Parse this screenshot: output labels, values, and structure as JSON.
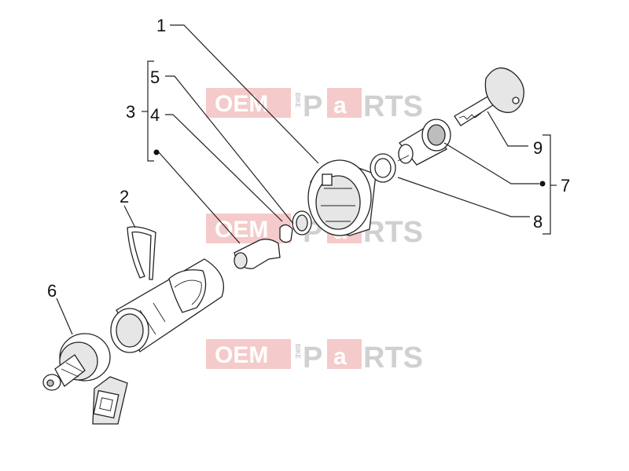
{
  "diagram": {
    "callouts": {
      "c1": "1",
      "c2": "2",
      "c3": "3",
      "c4": "4",
      "c5": "5",
      "c6": "6",
      "c7": "7",
      "c8": "8",
      "c9": "9"
    },
    "watermark": {
      "oem": "OEM",
      "bike": "BIKE",
      "p": "P",
      "a": "a",
      "rts": "RTS"
    },
    "colors": {
      "watermark_red": "#f2b8b8",
      "watermark_grey": "#c8c8c8",
      "line": "#222222"
    }
  }
}
